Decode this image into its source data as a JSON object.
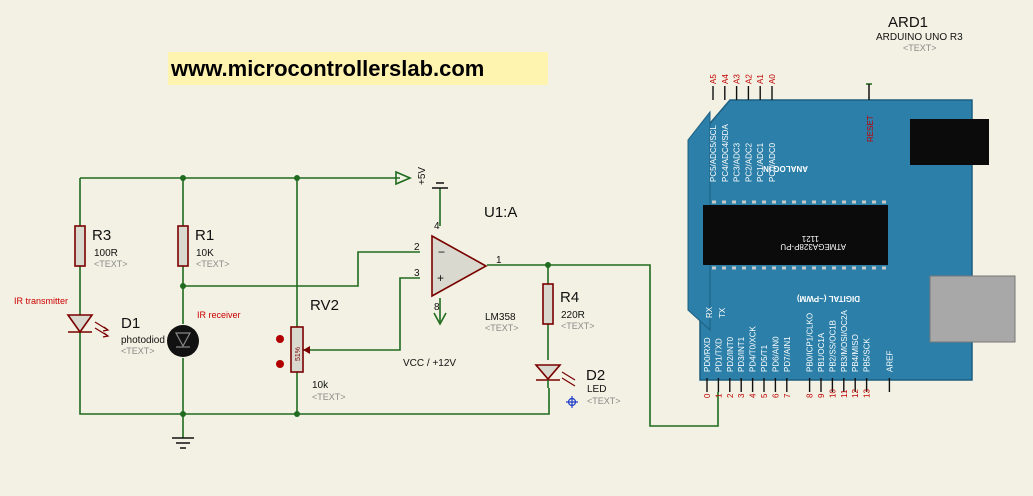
{
  "website": "www.microcontrollerslab.com",
  "placeholder": "<TEXT>",
  "colors": {
    "wire": "#1f6b1f",
    "component": "#7a0000",
    "board": "#2b7fa8",
    "background": "#f2f1e3",
    "banner": "#fff3b0"
  },
  "power": {
    "vcc": "+5V",
    "opamp_supply": "VCC / +12V"
  },
  "components": {
    "r3": {
      "ref": "R3",
      "value": "100R"
    },
    "r1": {
      "ref": "R1",
      "value": "10K"
    },
    "d1": {
      "ref": "D1",
      "value": "photodiod"
    },
    "rv2": {
      "ref": "RV2",
      "value": "10k",
      "wiper": "51%"
    },
    "u1": {
      "ref": "U1:A",
      "value": "LM358",
      "pins": {
        "inv": "2",
        "noninv": "3",
        "out": "1",
        "vcc": "4",
        "gnd": "8"
      }
    },
    "r4": {
      "ref": "R4",
      "value": "220R"
    },
    "d2": {
      "ref": "D2",
      "value": "LED"
    },
    "ard": {
      "ref": "ARD1",
      "value": "ARDUINO UNO R3"
    }
  },
  "notes": {
    "ir_transmitter": "IR transmitter",
    "ir_receiver": "IR receiver"
  },
  "arduino": {
    "analog_pins": [
      "A5",
      "A4",
      "A3",
      "A2",
      "A1",
      "A0"
    ],
    "analog_labels": [
      "PC5/ADC5/SCL",
      "PC4/ADC4/SDA",
      "PC3/ADC3",
      "PC2/ADC2",
      "PC1/ADC1",
      "PC0/ADC0"
    ],
    "reset": "RESET",
    "analog_in": "ANALOG IN",
    "chip_code": "1121",
    "chip_name": "ATMEGA328P-PU",
    "digital_title": "DIGITAL (~PWM)",
    "rx": "RX",
    "tx": "TX",
    "digital_labels": [
      "PD0/RXD",
      "PD1/TXD",
      "PD2/INT0",
      "PD3/INT1",
      "PD4/T0/XCK",
      "PD5/T1",
      "PD6/AIN0",
      "PD7/AIN1",
      "PB0/ICP1/CLKO",
      "PB1/OC1A",
      "PB2/SS/OC1B",
      "PB3/MOSI/OC2A",
      "PB4/MISO",
      "PB5/SCK",
      "AREF"
    ],
    "digital_pins": [
      "0",
      "1",
      "2",
      "3",
      "4",
      "5",
      "6",
      "7",
      "8",
      "9",
      "10",
      "11",
      "12",
      "13"
    ]
  }
}
